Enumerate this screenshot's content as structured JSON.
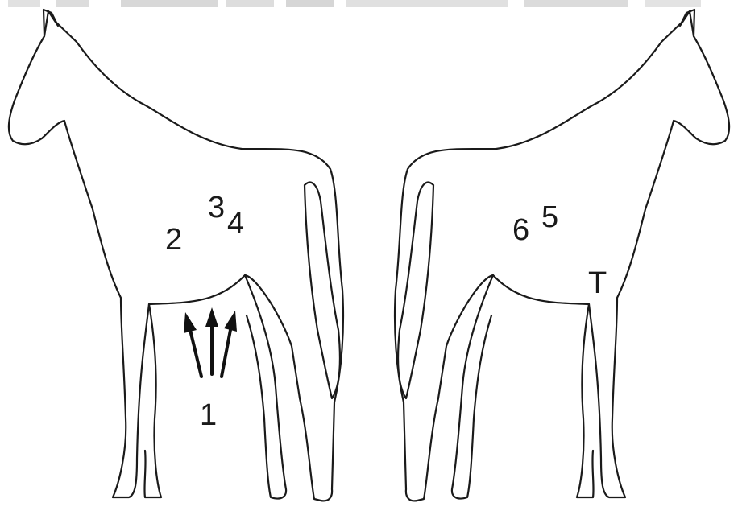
{
  "figure": {
    "labels": [
      "1",
      "2",
      "3",
      "4",
      "5",
      "6",
      "T"
    ],
    "arrow_count": 3,
    "colors": {
      "line": "#1a1a1a",
      "background": "#ffffff",
      "top_strip": "#d9d9d9"
    }
  }
}
